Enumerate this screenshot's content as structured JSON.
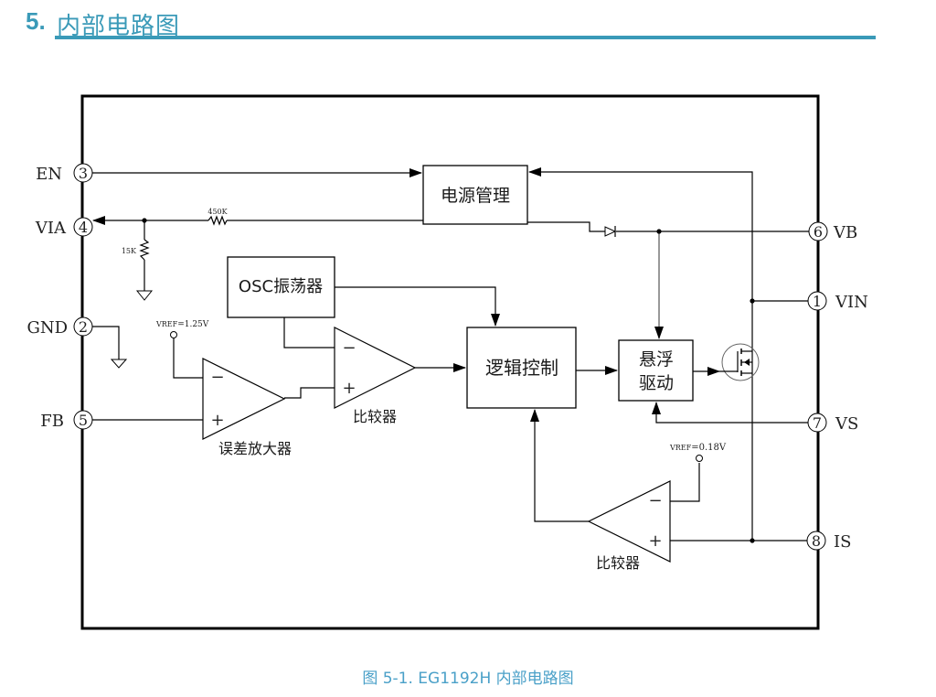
{
  "section": {
    "number": "5.",
    "title": "内部电路图",
    "color": "#3a9ab8"
  },
  "pins": [
    {
      "num": "3",
      "name": "EN"
    },
    {
      "num": "4",
      "name": "VIA"
    },
    {
      "num": "2",
      "name": "GND"
    },
    {
      "num": "5",
      "name": "FB"
    },
    {
      "num": "6",
      "name": "VB"
    },
    {
      "num": "1",
      "name": "VIN"
    },
    {
      "num": "7",
      "name": "VS"
    },
    {
      "num": "8",
      "name": "IS"
    }
  ],
  "blocks": {
    "power_mgmt": "电源管理",
    "osc": "OSC振荡器",
    "logic": "逻辑控制",
    "float_drive_line1": "悬浮",
    "float_drive_line2": "驱动"
  },
  "components": {
    "r_top": "450K",
    "r_shunt": "15K",
    "vref1_prefix": "VREF",
    "vref1_value": "=1.25V",
    "vref2_prefix": "VREF",
    "vref2_value": "=0.18V",
    "error_amp": "误差放大器",
    "comparator1": "比较器",
    "comparator2": "比较器",
    "minus": "−",
    "plus": "+"
  },
  "caption": {
    "label": "图 5-1. EG1192H 内部电路图"
  }
}
